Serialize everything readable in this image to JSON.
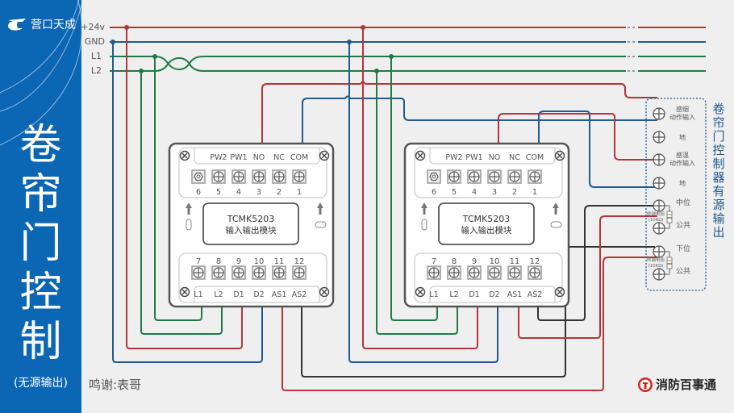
{
  "brand": {
    "name": "营口天成",
    "logo_icon": "tiancheng-logo-icon"
  },
  "title": {
    "text": "卷帘门控制",
    "subtitle": "(无源输出)"
  },
  "bus_labels": [
    "+24v",
    "GND",
    "L1",
    "L2"
  ],
  "colors": {
    "sidebar": "#0b66b4",
    "power": "#b5343a",
    "ground": "#1f5a91",
    "signal": "#1f7a45",
    "black": "#333333",
    "controller": "#1f5a91"
  },
  "modules": [
    {
      "model": "TCMK5203",
      "name": "输入输出模块",
      "top_labels": [
        "PW2",
        "PW1",
        "NO",
        "NC",
        "COM"
      ],
      "top_numbers": [
        "6",
        "5",
        "4",
        "3",
        "2",
        "1"
      ],
      "bottom_numbers": [
        "7",
        "8",
        "9",
        "10",
        "11",
        "12"
      ],
      "bottom_labels": [
        "L1",
        "L2",
        "D1",
        "D2",
        "AS1",
        "AS2"
      ]
    },
    {
      "model": "TCMK5203",
      "name": "输入输出模块",
      "top_labels": [
        "PW2",
        "PW1",
        "NO",
        "NC",
        "COM"
      ],
      "top_numbers": [
        "6",
        "5",
        "4",
        "3",
        "2",
        "1"
      ],
      "bottom_numbers": [
        "7",
        "8",
        "9",
        "10",
        "11",
        "12"
      ],
      "bottom_labels": [
        "L1",
        "L2",
        "D1",
        "D2",
        "AS1",
        "AS2"
      ]
    }
  ],
  "controller": {
    "title": "卷帘门控制器有源输出",
    "terminals": [
      {
        "label1": "感烟",
        "label2": "动作输入"
      },
      {
        "label1": "地",
        "label2": ""
      },
      {
        "label1": "感温",
        "label2": "动作输入"
      },
      {
        "label1": "地",
        "label2": ""
      },
      {
        "label1": "中位",
        "label2": ""
      },
      {
        "label1": "公共",
        "label2": ""
      },
      {
        "label1": "下位",
        "label2": ""
      },
      {
        "label1": "公共",
        "label2": ""
      }
    ],
    "resistor_label1": "终端电阻",
    "resistor_label2": "(10KΩ)"
  },
  "footer": {
    "thanks": "鸣谢:表哥",
    "brand": "消防百事通",
    "brand_icon": "fire-hydrant-logo-icon"
  }
}
